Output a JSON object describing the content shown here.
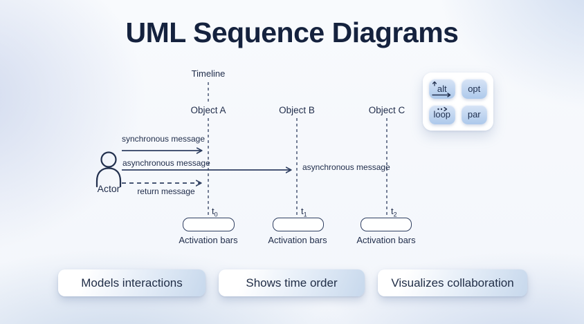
{
  "title": "UML Sequence Diagrams",
  "diagram": {
    "timeline_label": "Timeline",
    "objects": [
      {
        "label": "Object A"
      },
      {
        "label": "Object B"
      },
      {
        "label": "Object C"
      }
    ],
    "actor": {
      "label": "Actor"
    },
    "messages": [
      {
        "name": "synchronous",
        "label": "synchronous message",
        "line": "solid"
      },
      {
        "name": "asynchronous",
        "label": "asynchronous message",
        "line": "solid"
      },
      {
        "name": "asynchronous-received",
        "label": "asynchronous message",
        "line": "none"
      },
      {
        "name": "return",
        "label": "return message",
        "line": "dashed"
      }
    ],
    "times": [
      {
        "base": "t",
        "sub": "0"
      },
      {
        "base": "t",
        "sub": "1"
      },
      {
        "base": "t",
        "sub": "2"
      }
    ],
    "activation_label": "Activation bars"
  },
  "legend": {
    "items": [
      {
        "label": "alt",
        "icon": "alt-arrows-icon"
      },
      {
        "label": "opt",
        "icon": ""
      },
      {
        "label": "loop",
        "icon": "loop-dotted-arrow-icon"
      },
      {
        "label": "par",
        "icon": ""
      }
    ]
  },
  "footer": {
    "pills": [
      {
        "label": "Models interactions"
      },
      {
        "label": "Shows time order"
      },
      {
        "label": "Visualizes collaboration"
      }
    ]
  },
  "colors": {
    "title_text": "#15223e",
    "diagram_line": "#2e3e60",
    "label_text": "#1e2b49",
    "chip_gradient_top": "#d8e4f6",
    "chip_gradient_bottom": "#adc9eb",
    "pill_gradient_end": "#c7d8ec",
    "background_tint": "#cdd9ec"
  }
}
